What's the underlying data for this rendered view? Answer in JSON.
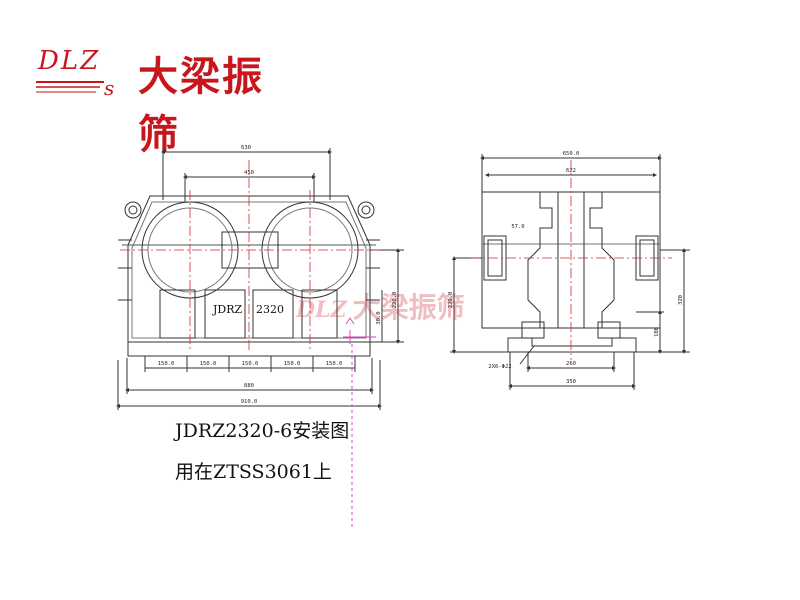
{
  "brand": {
    "mark_dlz": "DLZ",
    "mark_s": "s",
    "name_cn": "大梁振筛",
    "color": "#c8161d"
  },
  "front_view": {
    "model_label_left": "JDRZ",
    "model_label_right": "2320",
    "dim_top_overall": "630",
    "dim_top_inner": "450",
    "dim_bottom_spacings": [
      "150.0",
      "150.0",
      "150.0",
      "150.0",
      "150.0"
    ],
    "dim_base_length": "880",
    "dim_overall_length": "910.0",
    "dim_right_height_upper": "220.0",
    "dim_right_height_lower": "30.0"
  },
  "side_view": {
    "dim_top_overall": "650.0",
    "dim_top_inner": "622",
    "dim_flange": "57.0",
    "dim_shaft_height": "220.0",
    "dim_total_height": "320",
    "dim_foot_height": "100",
    "dim_bolt": "2X6-Φ22",
    "dim_base_inner": "260",
    "dim_base_outer": "350"
  },
  "watermark": {
    "mark": "DLZ",
    "text": "大梁振筛"
  },
  "captions": {
    "line1": "JDRZ2320-6安装图",
    "line2": "用在ZTSS3061上"
  }
}
